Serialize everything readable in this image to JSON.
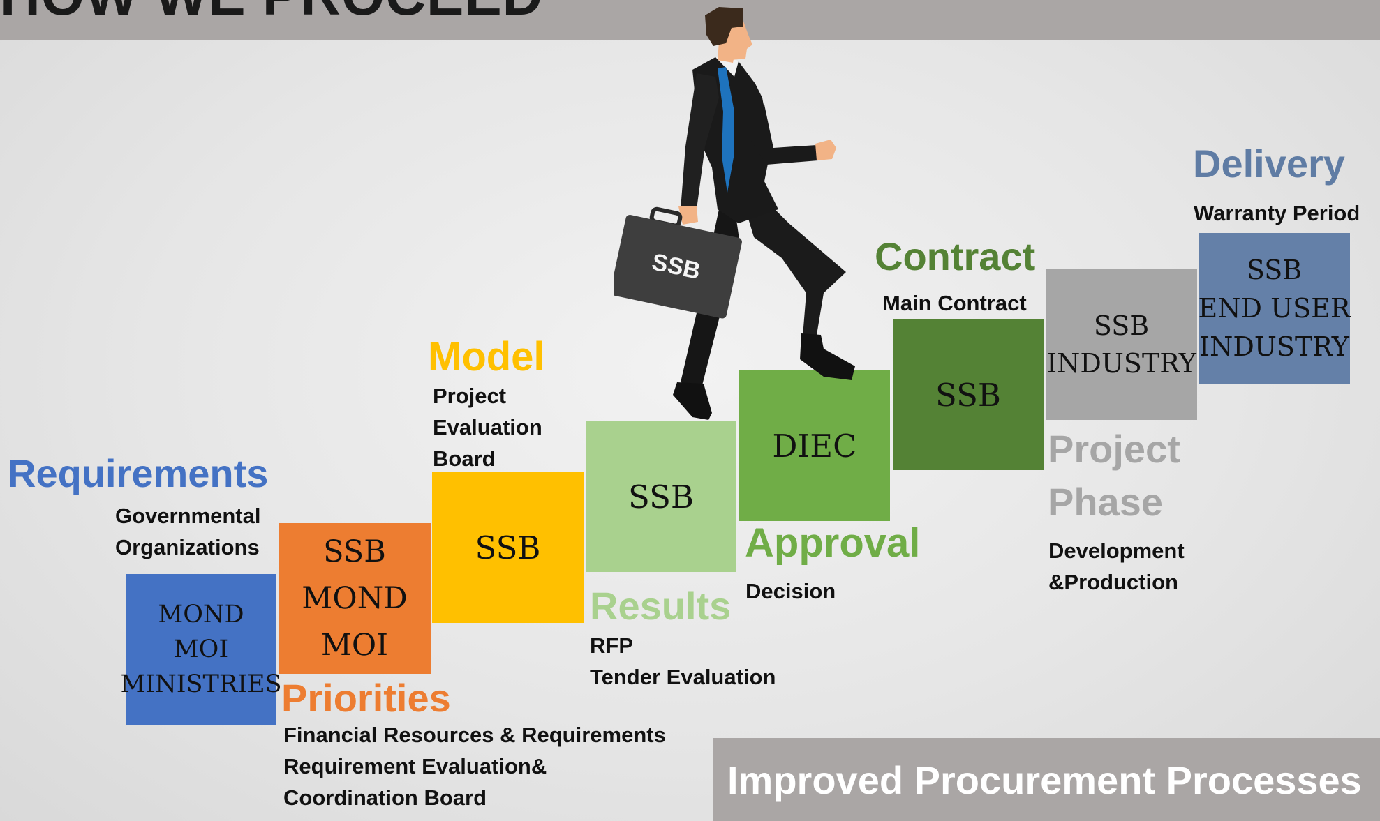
{
  "header": {
    "title": "HOW WE PROCEED"
  },
  "steps": {
    "requirements": {
      "heading": "Requirements",
      "color": "#4472c4",
      "sub": [
        "Governmental",
        "Organizations"
      ],
      "box": [
        "MOND",
        "MOI",
        "MINISTRIES"
      ],
      "box_color": "#4472c4"
    },
    "priorities": {
      "heading": "Priorities",
      "color": "#ed7d31",
      "sub": [
        "Financial Resources & Requirements",
        "Requirement Evaluation&",
        "Coordination Board"
      ],
      "box": [
        "SSB",
        "MOND",
        "MOI"
      ],
      "box_color": "#ed7d31"
    },
    "model": {
      "heading": "Model",
      "color": "#ffc000",
      "sub": [
        "Project",
        "Evaluation",
        "Board"
      ],
      "box": [
        "SSB"
      ],
      "box_color": "#ffc000"
    },
    "results": {
      "heading": "Results",
      "color": "#a9d18e",
      "sub": [
        "RFP",
        "Tender Evaluation"
      ],
      "box": [
        "SSB"
      ],
      "box_color": "#a9d18e"
    },
    "approval": {
      "heading": "Approval",
      "color": "#70ad47",
      "sub": [
        "Decision"
      ],
      "box": [
        "DIEC"
      ],
      "box_color": "#70ad47"
    },
    "contract": {
      "heading": "Contract",
      "color": "#548235",
      "sub": [
        "Main Contract"
      ],
      "box": [
        "SSB"
      ],
      "box_color": "#548235"
    },
    "project_phase": {
      "heading": [
        "Project",
        "Phase"
      ],
      "color": "#a6a6a6",
      "sub": [
        "Development",
        "&Production"
      ],
      "box": [
        "SSB",
        "INDUSTRY"
      ],
      "box_color": "#a6a6a6"
    },
    "delivery": {
      "heading": "Delivery",
      "color": "#5f7ca4",
      "sub": [
        "Warranty Period"
      ],
      "box": [
        "SSB",
        "END USER",
        "INDUSTRY"
      ],
      "box_color": "#6480a8"
    }
  },
  "figure": {
    "briefcase_label": "SSB"
  },
  "footer": {
    "text": "Improved Procurement Processes"
  }
}
